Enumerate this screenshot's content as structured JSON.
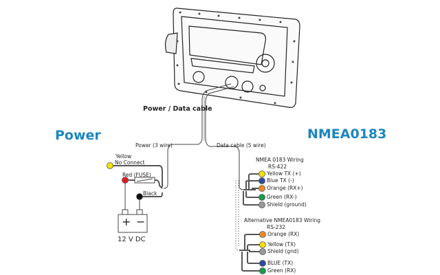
{
  "headings": {
    "power": "Power",
    "nmea": "NMEA0183"
  },
  "cable_labels": {
    "main": "Power / Data cable",
    "power": "Power (3 wire)",
    "data": "Data cable (5 wire)"
  },
  "power_wires": [
    {
      "label_line1": "Yellow",
      "label_line2": "No Connect",
      "color": "#f2e200"
    },
    {
      "label_line1": "Red (FUSE)",
      "color": "#e21b23"
    },
    {
      "label_line1": "Black",
      "color": "#111111"
    }
  ],
  "battery": {
    "label": "12 V DC",
    "plus": "+",
    "minus": "−"
  },
  "rs422": {
    "title": "NMEA 0183 Wiring",
    "subtitle": "RS-422",
    "wires": [
      {
        "label": "Yellow TX (+)",
        "color": "#f2e200"
      },
      {
        "label": "Blue  TX (-)",
        "color": "#2f4aa0"
      },
      {
        "label": "Orange (RX+)",
        "color": "#f08a24"
      },
      {
        "label": "Green  (RX-)",
        "color": "#1a9b48"
      },
      {
        "label": "Shield (ground)",
        "color": "#999999"
      }
    ]
  },
  "rs232": {
    "title": "Alternative NMEA0183 Wiring",
    "subtitle": "RS-232",
    "wires": [
      {
        "label": "Orange (RX)",
        "color": "#f08a24"
      },
      {
        "label": "Yellow  (TX)",
        "color": "#f2e200"
      },
      {
        "label": "Shield (gnd)",
        "color": "#999999"
      },
      {
        "label": "BLUE  (TX)",
        "color": "#2f4aa0"
      },
      {
        "label": "Green (RX)",
        "color": "#1a9b48"
      }
    ]
  },
  "colors": {
    "heading": "#1c86c0",
    "wire": "#555555"
  }
}
